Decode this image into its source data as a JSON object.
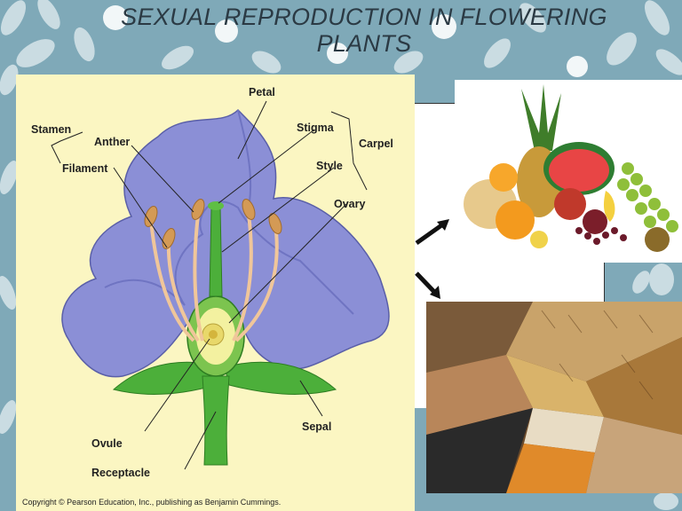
{
  "slide": {
    "title_line1": "SEXUAL REPRODUCTION IN FLOWERING",
    "title_line2": "PLANTS"
  },
  "diagram": {
    "labels": {
      "petal": "Petal",
      "stamen": "Stamen",
      "anther": "Anther",
      "filament": "Filament",
      "stigma": "Stigma",
      "carpel": "Carpel",
      "style": "Style",
      "ovary": "Ovary",
      "ovule": "Ovule",
      "receptacle": "Receptacle",
      "sepal": "Sepal"
    },
    "copyright": "Copyright © Pearson Education, Inc., publishing as Benjamin Cummings."
  },
  "colors": {
    "background": "#7fa9b8",
    "petal": "#8b8fd6",
    "diagram_bg": "#fbf6c2",
    "green": "#4caf3a"
  },
  "icons": {
    "arrow_to_fruit": "arrow-up-right-icon",
    "arrow_to_seeds": "arrow-down-right-icon"
  }
}
